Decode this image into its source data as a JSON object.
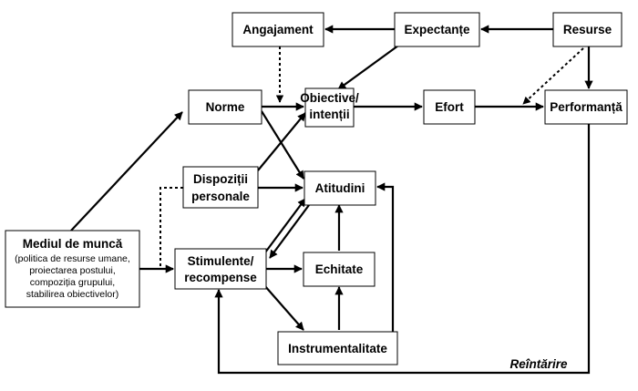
{
  "nodes": {
    "angajament": {
      "label": "Angajament"
    },
    "expectante": {
      "label": "Expectanțe"
    },
    "resurse": {
      "label": "Resurse"
    },
    "norme": {
      "label": "Norme"
    },
    "obiective": {
      "line1": "Obiective/",
      "line2": "intenții"
    },
    "efort": {
      "label": "Efort"
    },
    "performanta": {
      "label": "Performanță"
    },
    "dispozitii": {
      "line1": "Dispoziții",
      "line2": "personale"
    },
    "atitudini": {
      "label": "Atitudini"
    },
    "mediu": {
      "title": "Mediul de muncă",
      "lines": [
        "(politica de resurse umane,",
        "proiectarea postului,",
        "compoziția grupului,",
        "stabilirea obiectivelor)"
      ]
    },
    "stimulente": {
      "line1": "Stimulente/",
      "line2": "recompense"
    },
    "echitate": {
      "label": "Echitate"
    },
    "instrumentalitate": {
      "label": "Instrumentalitate"
    }
  },
  "feedback_label": "Reîntărire"
}
